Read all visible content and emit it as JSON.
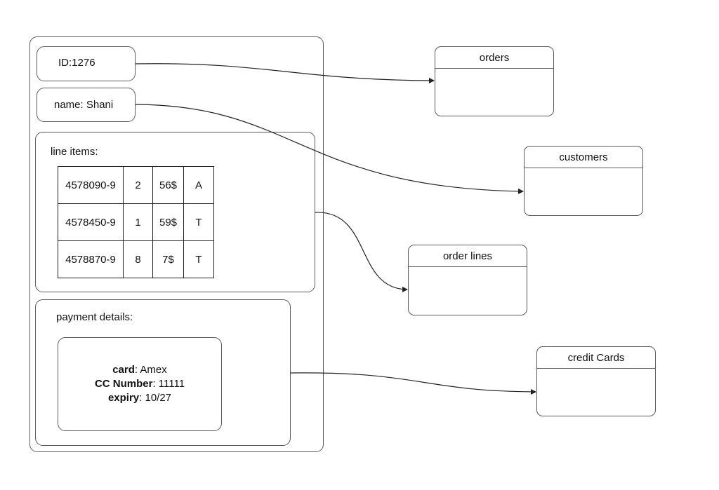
{
  "record": {
    "id_label": "ID:1276",
    "name_label": "name: Shani",
    "line_items_label": "line items:",
    "line_items": [
      [
        "4578090-9",
        "2",
        "56$",
        "A"
      ],
      [
        "4578450-9",
        "1",
        "59$",
        "T"
      ],
      [
        "4578870-9",
        "8",
        "7$",
        "T"
      ]
    ],
    "payment_label": "payment details:",
    "payment": {
      "card_key": "card",
      "card_val": ": Amex",
      "cc_key": "CC Number",
      "cc_val": ": 11111",
      "expiry_key": "expiry",
      "expiry_val": ": 10/27"
    }
  },
  "tables": {
    "orders": "orders",
    "customers": "customers",
    "order_lines": "order lines",
    "credit_cards": "credit Cards"
  },
  "colors": {
    "stroke": "#5a5a5a",
    "arrow": "#222222"
  }
}
